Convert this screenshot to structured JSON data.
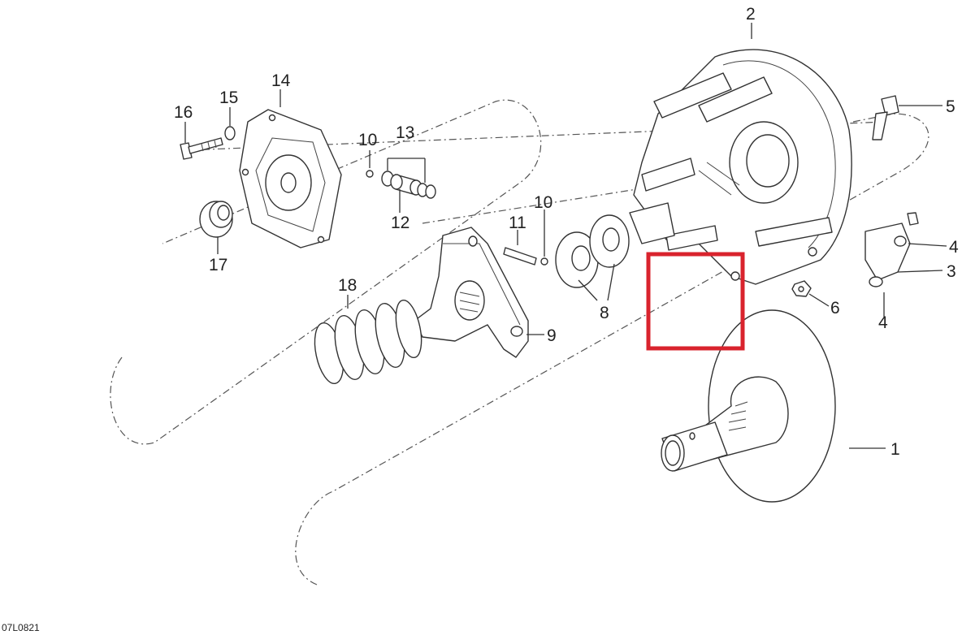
{
  "figure_code": "07L0821",
  "callouts": [
    {
      "id": "c1",
      "text": "1"
    },
    {
      "id": "c2",
      "text": "2"
    },
    {
      "id": "c3",
      "text": "3"
    },
    {
      "id": "c4a",
      "text": "4"
    },
    {
      "id": "c4b",
      "text": "4"
    },
    {
      "id": "c5",
      "text": "5"
    },
    {
      "id": "c6",
      "text": "6"
    },
    {
      "id": "c8",
      "text": "8"
    },
    {
      "id": "c9",
      "text": "9"
    },
    {
      "id": "c10a",
      "text": "10"
    },
    {
      "id": "c10b",
      "text": "10"
    },
    {
      "id": "c11",
      "text": "11"
    },
    {
      "id": "c12",
      "text": "12"
    },
    {
      "id": "c13",
      "text": "13"
    },
    {
      "id": "c14",
      "text": "14"
    },
    {
      "id": "c15",
      "text": "15"
    },
    {
      "id": "c16",
      "text": "16"
    },
    {
      "id": "c17",
      "text": "17"
    },
    {
      "id": "c18",
      "text": "18"
    }
  ],
  "highlight_color": "#d9232d"
}
